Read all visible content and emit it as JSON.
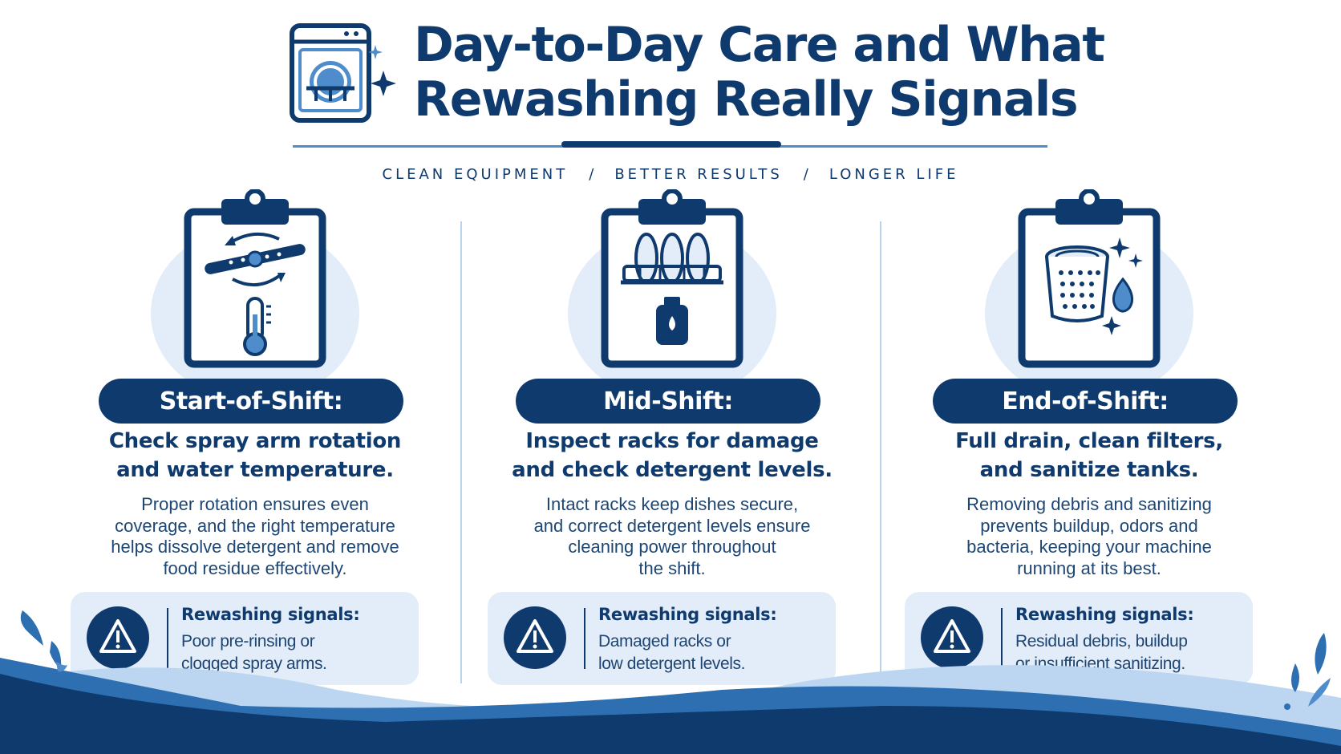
{
  "header": {
    "title_line1": "Day-to-Day Care and What",
    "title_line2": "Rewashing Really Signals",
    "tagline": [
      "CLEAN EQUIPMENT",
      "BETTER RESULTS",
      "LONGER LIFE"
    ],
    "tagline_separator": "/"
  },
  "columns": [
    {
      "icon": "spray-arm-thermometer-icon",
      "heading": "Start-of-Shift:",
      "subheading_line1": "Check spray arm rotation",
      "subheading_line2": "and water temperature.",
      "body_lines": [
        "Proper rotation ensures even",
        "coverage, and the right temperature",
        "helps dissolve detergent and remove",
        "food residue effectively."
      ],
      "signals_title": "Rewashing signals:",
      "signals_lines": [
        "Poor pre-rinsing or",
        "clogged spray arms."
      ]
    },
    {
      "icon": "dish-rack-detergent-icon",
      "heading": "Mid-Shift:",
      "subheading_line1": "Inspect racks for damage",
      "subheading_line2": "and check detergent levels.",
      "body_lines": [
        "Intact racks keep dishes secure,",
        "and correct detergent levels ensure",
        "cleaning power throughout",
        "the shift."
      ],
      "signals_title": "Rewashing signals:",
      "signals_lines": [
        "Damaged racks or",
        "low detergent levels."
      ]
    },
    {
      "icon": "filter-sparkle-icon",
      "heading": "End-of-Shift:",
      "subheading_line1": "Full drain, clean filters,",
      "subheading_line2": "and sanitize tanks.",
      "body_lines": [
        "Removing debris and sanitizing",
        "prevents buildup, odors and",
        "bacteria, keeping your machine",
        "running at its best."
      ],
      "signals_title": "Rewashing signals:",
      "signals_lines": [
        "Residual debris, buildup",
        "or insufficient sanitizing."
      ]
    }
  ],
  "colors": {
    "navy": "#0f3a6e",
    "light_blue_bg": "#e2edf9",
    "accent_blue": "#4f8ccb"
  }
}
